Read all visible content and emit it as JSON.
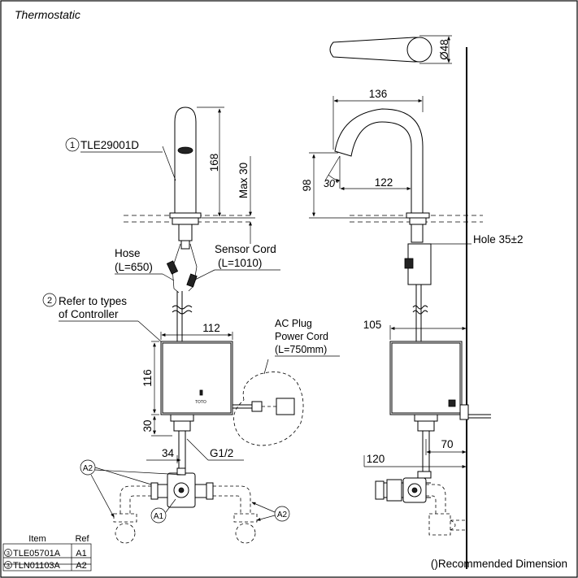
{
  "header": {
    "title": "Thermostatic"
  },
  "dimensions": {
    "d_48": "Ø48",
    "d_136": "136",
    "d_168": "168",
    "d_max30": "Max 30",
    "d_98": "98",
    "d_30deg": "30°",
    "d_122": "122",
    "d_112": "112",
    "d_116": "116",
    "d_30": "30",
    "d_34": "34",
    "d_105": "105",
    "d_70": "70",
    "d_120": "120"
  },
  "labels": {
    "item1_num": "1",
    "item1": "TLE29001D",
    "item2_num": "2",
    "item2_line1": "Refer to types",
    "item2_line2": "of Controller",
    "hose_line1": "Hose",
    "hose_line2": "(L=650)",
    "sensor_line1": "Sensor Cord",
    "sensor_line2": "(L=1010)",
    "ac_line1": "AC Plug",
    "ac_line2": "Power Cord",
    "ac_line3": "(L=750mm)",
    "g12": "G1/2",
    "hole": "Hole 35±2",
    "brand_mark": "TOTO",
    "a2_left": "A2",
    "a1": "A1",
    "a2_right": "A2",
    "recommended": "()Recommended Dimension"
  },
  "table": {
    "headers": [
      "Item",
      "Ref"
    ],
    "rows": [
      {
        "item_prefix": "3",
        "item": "TLE05701A",
        "ref": "A1"
      },
      {
        "item_prefix": "3",
        "item": "TLN01103A",
        "ref": "A2"
      }
    ]
  }
}
